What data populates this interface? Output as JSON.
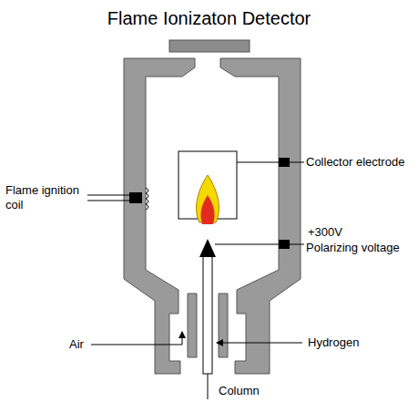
{
  "diagram": {
    "title": "Flame Ionizaton Detector",
    "labels": [
      "Flame ignition coil",
      "Collector electrode",
      "+300V",
      "Polarizing voltage",
      "Air",
      "Hydrogen",
      "Column"
    ]
  }
}
